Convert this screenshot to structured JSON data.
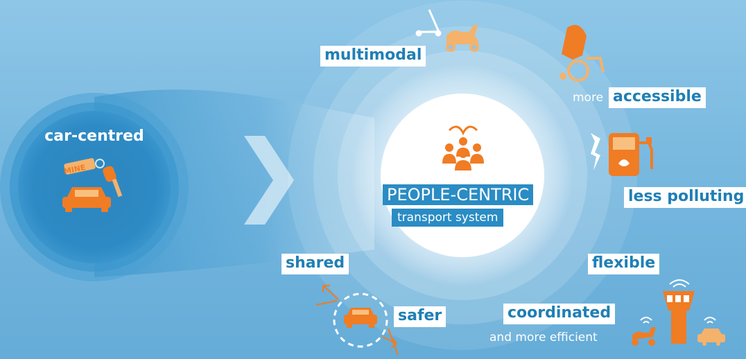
{
  "left": {
    "label": "car-centred",
    "tag_text": "MINE"
  },
  "center": {
    "title": "PEOPLE-CENTRIC",
    "subtitle": "transport system"
  },
  "labels": {
    "multimodal": "multimodal",
    "more": "more",
    "accessible": "accessible",
    "less_polluting": "less polluting",
    "flexible": "flexible",
    "shared": "shared",
    "safer": "safer",
    "coordinated": "coordinated",
    "and_more_efficient": "and more efficient"
  },
  "colors": {
    "background": "#7fbde3",
    "accent_orange": "#f07c24",
    "light_orange": "#f5b26b",
    "label_blue": "#1f7fb5",
    "title_box_blue": "#2a8cc4"
  },
  "icons": [
    "kick-scooter-icon",
    "moped-icon",
    "wheelchair-person-icon",
    "ev-charger-icon",
    "people-group-icon",
    "car-icon",
    "car-key-icon",
    "control-tower-icon",
    "wifi-icon",
    "chevron-right-icon"
  ]
}
